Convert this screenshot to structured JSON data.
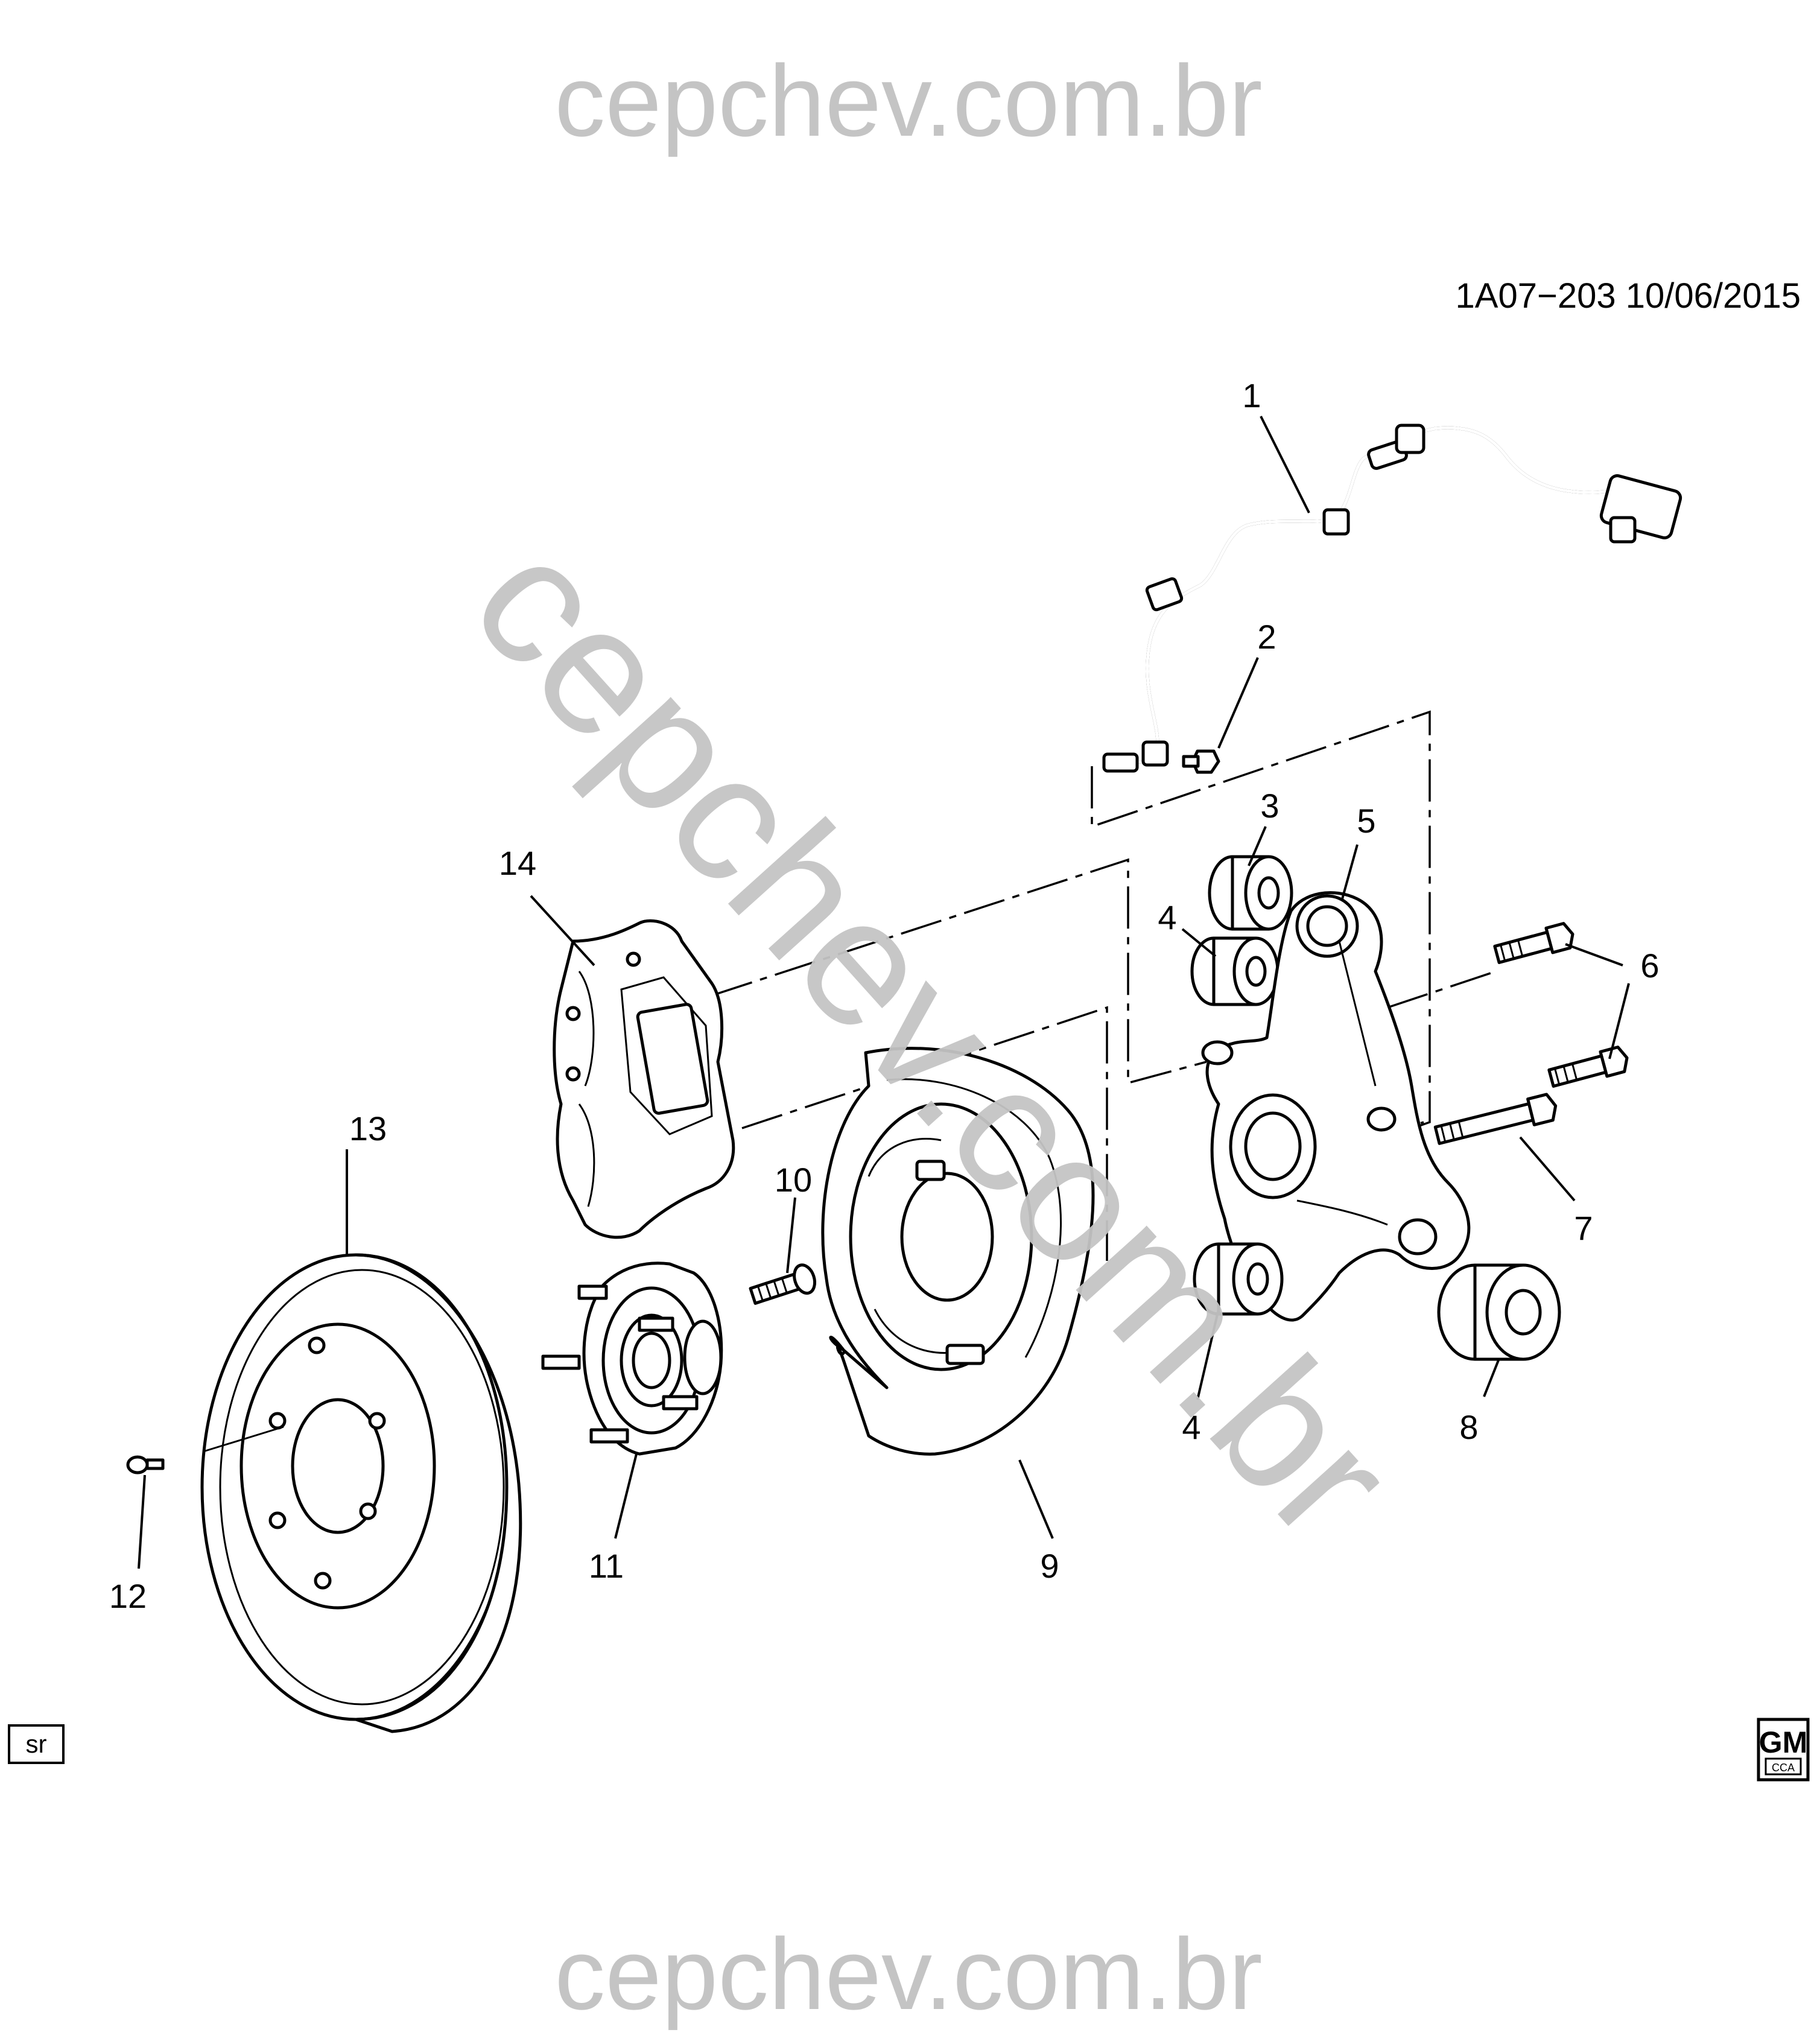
{
  "diagram": {
    "reference": "1A07−203  10/06/2015",
    "watermarks": {
      "top": "cepchev.com.br",
      "diagonal": "cepchev.com.br",
      "bottom": "cepchev.com.br"
    },
    "callouts": [
      "1",
      "2",
      "3",
      "4",
      "4",
      "5",
      "6",
      "7",
      "8",
      "9",
      "10",
      "11",
      "12",
      "13",
      "14"
    ],
    "sr_label": "sr",
    "logo": {
      "main": "GM",
      "sub": "CCA"
    }
  }
}
